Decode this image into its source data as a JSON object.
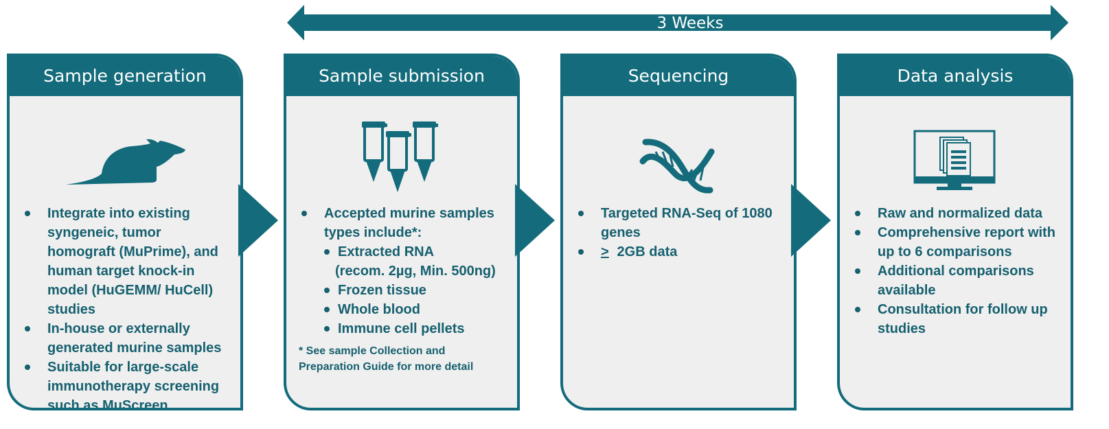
{
  "timeline": {
    "duration_label": "3 Weeks"
  },
  "colors": {
    "teal": "#136b7b",
    "panel": "#efefef",
    "text": "#16606f"
  },
  "steps": [
    {
      "title": "Sample generation",
      "icon": "mouse-icon",
      "bullets": [
        "Integrate into existing syngeneic, tumor homograft (MuPrime), and human target knock-in model (HuGEMM/ HuCell) studies",
        "In-house or externally generated murine samples",
        "Suitable for large-scale immunotherapy screening such as MuScreen"
      ]
    },
    {
      "title": "Sample submission",
      "icon": "sample-tubes-icon",
      "intro": "Accepted murine samples types include*:",
      "sub_bullets": [
        "Extracted RNA",
        "Frozen tissue",
        "Whole blood",
        "Immune cell pellets"
      ],
      "rna_detail": "(recom. 2µg, Min. 500ng)",
      "footnote": "* See sample Collection and\n   Preparation Guide for more detail"
    },
    {
      "title": "Sequencing",
      "icon": "dna-icon",
      "bullets": [
        "Targeted RNA-Seq of 1080 genes"
      ],
      "data_symbol": ">",
      "data_text": " 2GB data"
    },
    {
      "title": "Data analysis",
      "icon": "computer-report-icon",
      "bullets": [
        "Raw and normalized data",
        "Comprehensive report with up to 6 comparisons",
        "Additional comparisons available",
        "Consultation for follow up studies"
      ]
    }
  ]
}
